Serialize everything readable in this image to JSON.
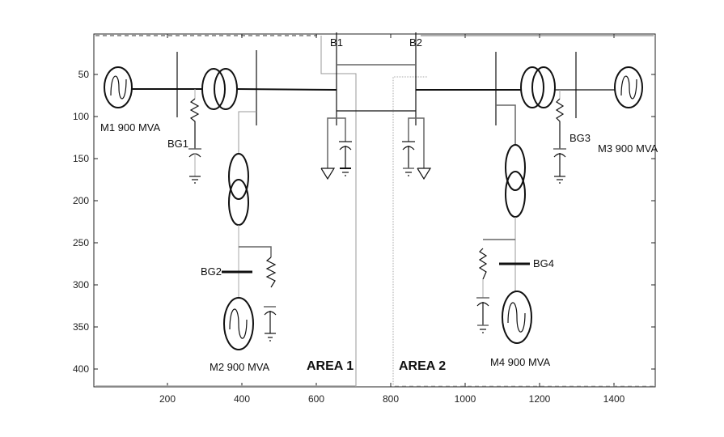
{
  "axes": {
    "x_ticks": [
      "200",
      "400",
      "600",
      "800",
      "1000",
      "1200",
      "1400"
    ],
    "y_ticks": [
      "50",
      "100",
      "150",
      "200",
      "250",
      "300",
      "350",
      "400"
    ]
  },
  "labels": {
    "b1": "B1",
    "b2": "B2",
    "m1": "M1 900 MVA",
    "m2": "M2 900 MVA",
    "m3": "M3 900 MVA",
    "m4": "M4 900 MVA",
    "bg1": "BG1",
    "bg2": "BG2",
    "bg3": "BG3",
    "bg4": "BG4",
    "area1": "AREA 1",
    "area2": "AREA 2"
  }
}
